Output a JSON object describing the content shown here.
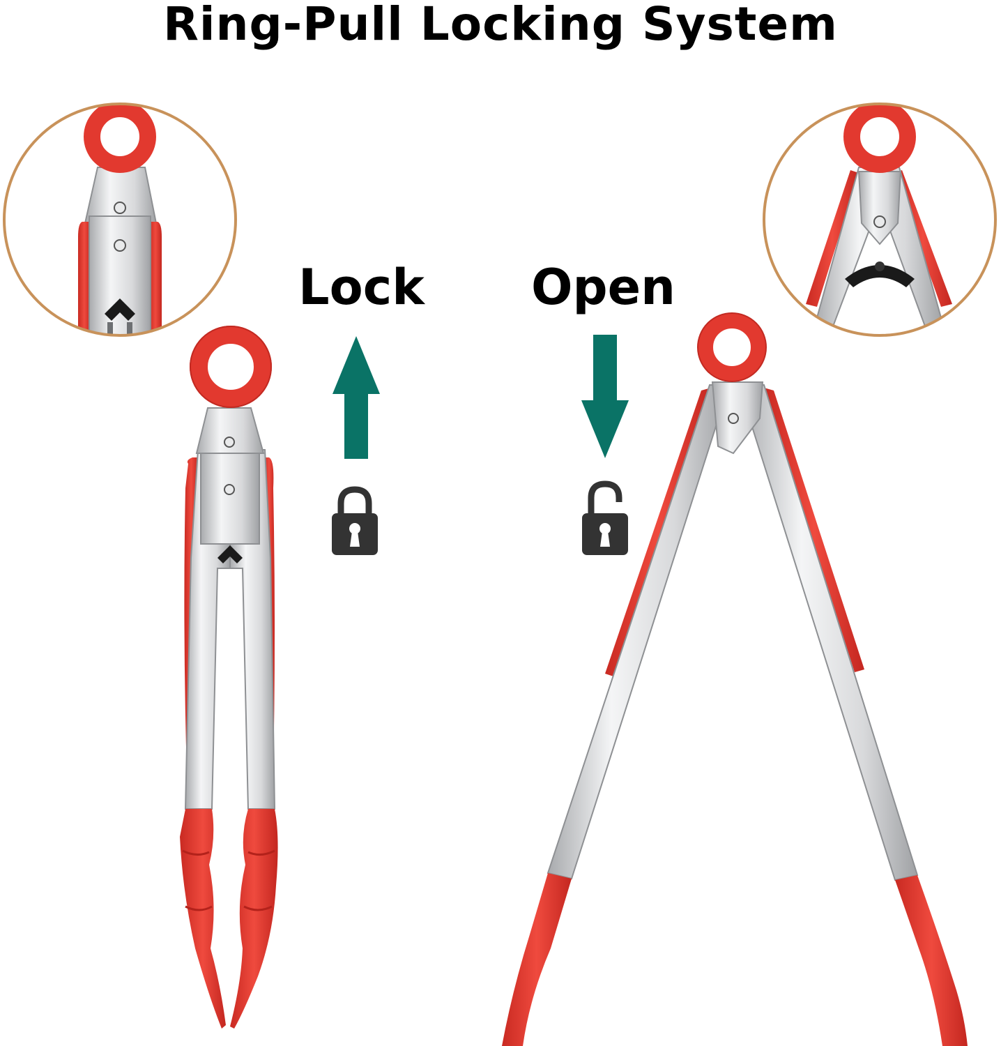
{
  "title": "Ring-Pull Locking System",
  "lock_label": "Lock",
  "open_label": "Open",
  "colors": {
    "silicone_red": "#e2392f",
    "steel": "#d7d8d9",
    "arrow_teal": "#0a7366",
    "lock_icon": "#333333",
    "circle_border": "#c8925a"
  },
  "icons": [
    "lock-closed-icon",
    "lock-open-icon",
    "arrow-up-icon",
    "arrow-down-icon"
  ]
}
